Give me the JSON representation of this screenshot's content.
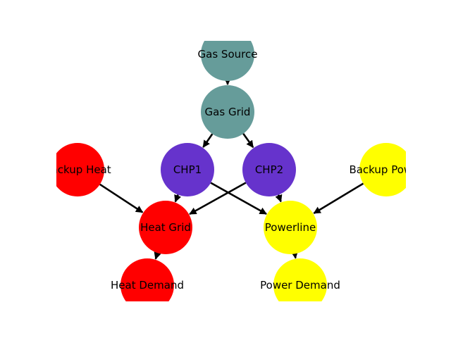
{
  "diagram": {
    "type": "directed-graph",
    "colors": {
      "gas": "#669c9a",
      "chp": "#6633cc",
      "heat": "#ff0000",
      "power": "#ffff00",
      "edge": "#000000",
      "background": "#ffffff"
    },
    "nodes": [
      {
        "id": "gas-source",
        "label": "Gas Source",
        "color": "gas"
      },
      {
        "id": "gas-grid",
        "label": "Gas Grid",
        "color": "gas"
      },
      {
        "id": "chp1",
        "label": "CHP1",
        "color": "chp"
      },
      {
        "id": "chp2",
        "label": "CHP2",
        "color": "chp"
      },
      {
        "id": "backup-heat",
        "label": "Backup Heat",
        "color": "heat"
      },
      {
        "id": "backup-power",
        "label": "Backup Power",
        "color": "power"
      },
      {
        "id": "heat-grid",
        "label": "Heat Grid",
        "color": "heat"
      },
      {
        "id": "powerline",
        "label": "Powerline",
        "color": "power"
      },
      {
        "id": "heat-demand",
        "label": "Heat Demand",
        "color": "heat"
      },
      {
        "id": "power-demand",
        "label": "Power Demand",
        "color": "power"
      }
    ],
    "edges": [
      {
        "from": "gas-source",
        "to": "gas-grid"
      },
      {
        "from": "gas-grid",
        "to": "chp1"
      },
      {
        "from": "gas-grid",
        "to": "chp2"
      },
      {
        "from": "chp1",
        "to": "heat-grid"
      },
      {
        "from": "chp1",
        "to": "powerline"
      },
      {
        "from": "chp2",
        "to": "heat-grid"
      },
      {
        "from": "chp2",
        "to": "powerline"
      },
      {
        "from": "backup-heat",
        "to": "heat-grid"
      },
      {
        "from": "backup-power",
        "to": "powerline"
      },
      {
        "from": "heat-grid",
        "to": "heat-demand"
      },
      {
        "from": "powerline",
        "to": "power-demand"
      }
    ]
  }
}
